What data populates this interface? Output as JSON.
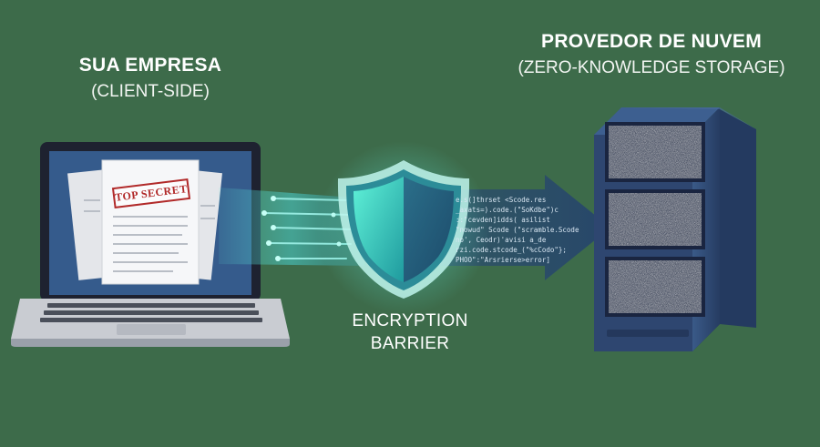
{
  "client": {
    "title": "SUA EMPRESA",
    "subtitle": "(CLIENT-SIDE)",
    "document_stamp": "TOP SECRET"
  },
  "cloud": {
    "title": "PROVEDOR DE NUVEM",
    "subtitle": "(ZERO-KNOWLEDGE STORAGE)"
  },
  "barrier": {
    "line1": "ENCRYPTION",
    "line2": "BARRIER"
  },
  "ciphertext": [
    "e.s(]thrset <Scode.res",
    "_axats=).code.(\"SoKdbe\")c",
    "::\"cevden]idds( asilist",
    "\"nowud\" Scode (\"scramble.Scode",
    "no', Ceodr)'avisi a_de",
    "rzi.code.stcode_(\"%cCodo\"};",
    "PHOO\":\"Arsrierse>error]"
  ],
  "colors": {
    "background": "#3d6b4a",
    "laptop_screen": "#355b8c",
    "shield_accent": "#3fd8c6",
    "arrow": "#2c4a6e",
    "server_body": "#2e4670"
  },
  "icons": [
    "laptop-icon",
    "document-stack-icon",
    "shield-icon",
    "data-arrow-icon",
    "server-rack-icon"
  ]
}
